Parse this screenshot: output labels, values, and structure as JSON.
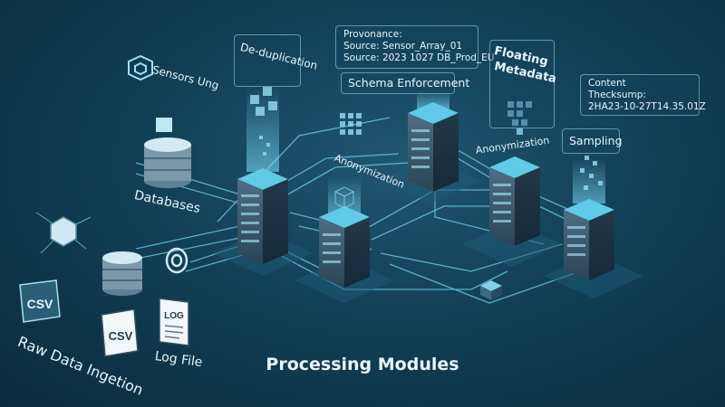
{
  "title": "Processing Modules",
  "inputs": {
    "sensors_label": "Sensors Ung",
    "databases_label": "Databases",
    "raw_label": "Raw Data Ingetion",
    "logfile_label": "Log File",
    "csv1": "CSV",
    "csv2": "CSV",
    "log": "LOG"
  },
  "labels": {
    "dedup": "De-duplication",
    "schema": "Schema Enforcement",
    "floating": [
      "Floating",
      "Metadata"
    ],
    "sampling": "Sampling",
    "anon1": "Anonymization",
    "anon2": "Anonymization"
  },
  "provenance": {
    "title": "Provonance:",
    "line1": "Source: Sensor_Array_01",
    "line2": "Source: 2023 1027 DB_Prod_EU"
  },
  "checksum": {
    "line1": "Content",
    "line2": "Thecksump:",
    "line3": "2HA23-10-27T14.35.01Z"
  },
  "colors": {
    "accent": "#58d6f5",
    "server": "#3b566b",
    "bg": "#123f56"
  }
}
